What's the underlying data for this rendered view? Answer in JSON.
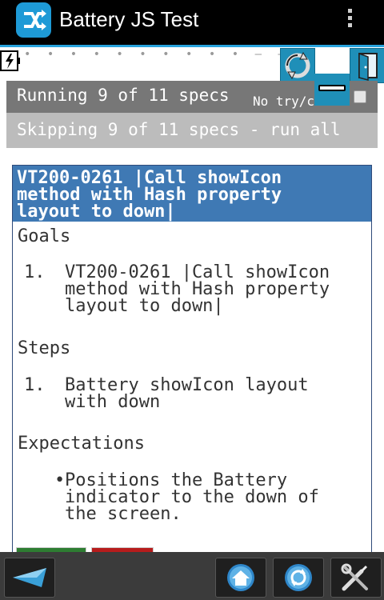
{
  "actionbar": {
    "title": "Battery JS Test",
    "app_icon": "app-x-icon",
    "menu_icon": "overflow-menu-icon"
  },
  "status": {
    "dots": "• • • • • • • • • • – –"
  },
  "toolbar": {
    "reload_icon": "reload-icon",
    "exit_icon": "exit-door-icon"
  },
  "runner": {
    "running": "Running 9 of 11 specs",
    "no_try_catch": "No try/c",
    "skipping": "Skipping 9 of 11 specs - run all"
  },
  "spec": {
    "title_lines": [
      "VT200-0261 |Call showIcon",
      "method with Hash property",
      "layout to down|"
    ],
    "goals_heading": "Goals",
    "goal_number": "1.",
    "goal_lines": [
      "VT200-0261 |Call showIcon",
      "method with Hash property",
      "layout to down|"
    ],
    "steps_heading": "Steps",
    "step_number": "1.",
    "step_lines": [
      "Battery showIcon layout",
      "with down"
    ],
    "expectations_heading": "Expectations",
    "expectation_bullet": "•",
    "expectation_lines": [
      "Positions the Battery",
      "indicator to the down of",
      "the screen."
    ]
  },
  "bottom_nav": {
    "back": "back-icon",
    "home": "home-icon",
    "refresh": "refresh-icon",
    "settings": "settings-icon"
  },
  "colors": {
    "accent": "#29a4de",
    "header": "#3f79b4",
    "running_bar": "#777777",
    "skipping_bar": "#bcbcbc"
  }
}
